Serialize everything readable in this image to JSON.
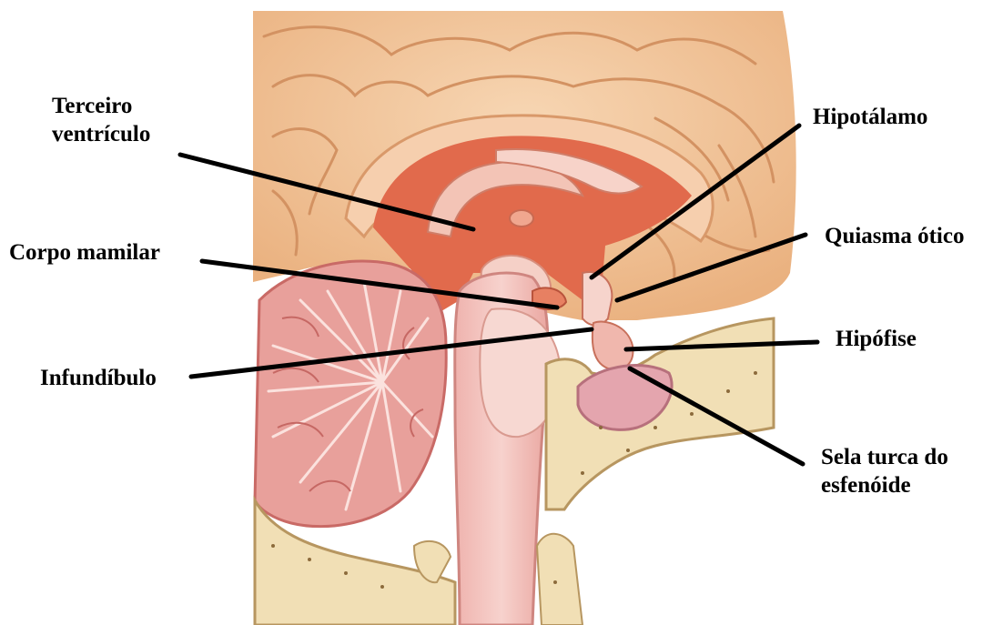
{
  "labels": {
    "terceiro_ventriculo": [
      "Terceiro",
      "ventrículo"
    ],
    "corpo_mamilar": "Corpo mamilar",
    "infundibulo": "Infundíbulo",
    "hipotalamo": "Hipotálamo",
    "quiasma_otico": "Quiasma ótico",
    "hipofise": "Hipófise",
    "sela_turca": [
      "Sela turca do",
      "esfenóide"
    ]
  },
  "colors": {
    "cortex": "#f2c49a",
    "sulcus": "#d79566",
    "ventricle": "#de5d3e",
    "pink_tissue": "#f4c7c0",
    "cerebellum": "#e9a4a0",
    "bone": "#f1dfb5",
    "leader_line": "#000000"
  }
}
